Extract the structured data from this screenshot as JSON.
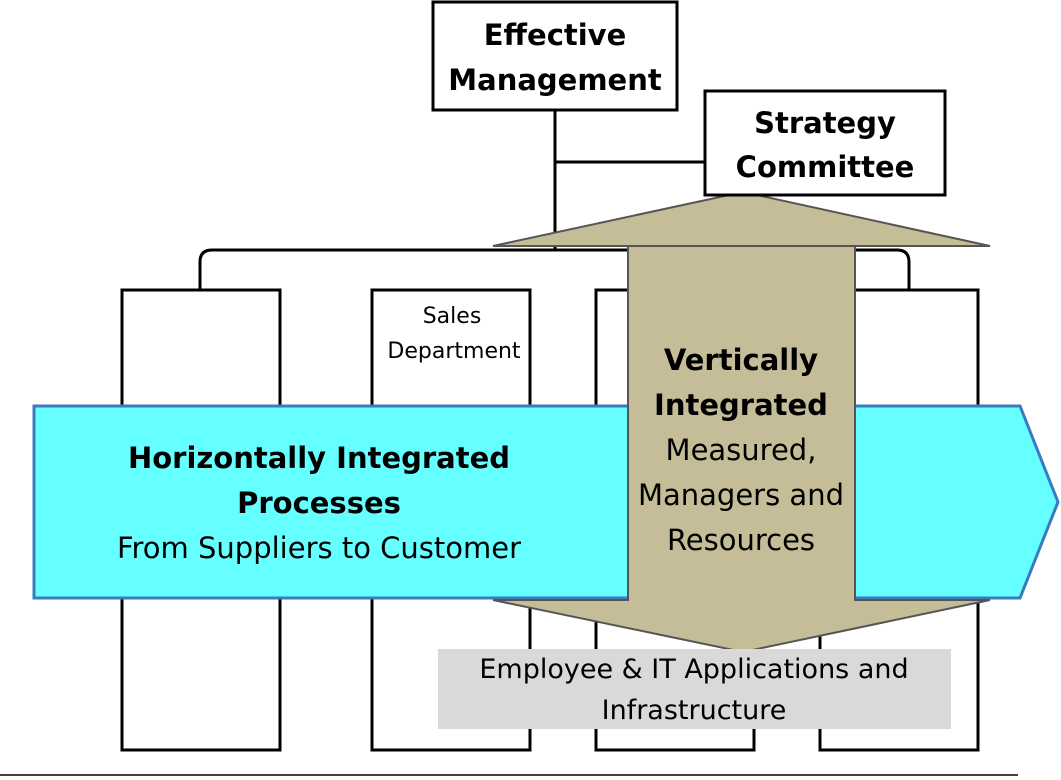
{
  "top_box": {
    "line1": "Effective",
    "line2": "Management"
  },
  "strategy_box": {
    "line1": "Strategy",
    "line2": "Committee"
  },
  "departments": [
    {
      "line1": "",
      "line2": ""
    },
    {
      "line1": "Sales",
      "line2": "Department"
    },
    {
      "line1": "",
      "line2": ""
    },
    {
      "line1": "",
      "line2": ""
    }
  ],
  "horizontal_arrow": {
    "title_line1": "Horizontally Integrated",
    "title_line2": "Processes",
    "subtitle": "From Suppliers to Customer",
    "fill": "#66ffff",
    "stroke": "#3a7ac0"
  },
  "vertical_arrow": {
    "title_line1": "Vertically",
    "title_line2": "Integrated",
    "line3": "Measured,",
    "line4": "Managers and",
    "line5": "Resources",
    "fill": "#c4bd97",
    "stroke": "#555555"
  },
  "footer_box": {
    "line1": "Employee & IT Applications and",
    "line2": "Infrastructure",
    "fill": "#d9d9d9"
  }
}
